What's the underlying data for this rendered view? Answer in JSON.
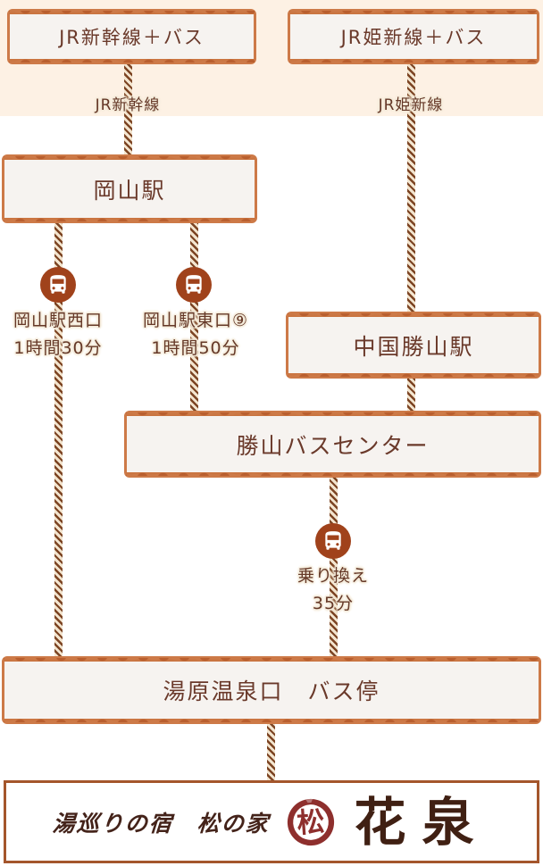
{
  "diagram": {
    "route_left": {
      "header": "JR新幹線＋バス",
      "line_label": "JR新幹線",
      "station": "岡山駅",
      "bus_stops": [
        {
          "name": "岡山駅西口",
          "duration": "1時間30分"
        },
        {
          "name": "岡山駅東口⑨",
          "duration": "1時間50分"
        }
      ]
    },
    "route_right": {
      "header": "JR姫新線＋バス",
      "line_label": "JR姫新線",
      "station": "中国勝山駅"
    },
    "bus_center": "勝山バスセンター",
    "transfer": {
      "name": "乗り換え",
      "duration": "35分"
    },
    "destination_stop": "湯原温泉口　バス停"
  },
  "logo": {
    "tagline": "湯巡りの宿　松の家",
    "seal_character": "松",
    "brand": "花泉"
  },
  "colors": {
    "band_cream": "#fdf1e4",
    "box_border_orange": "#cd7a48",
    "box_fill": "#f6f3f0",
    "heading_text": "#6a392a",
    "hatch_brown": "#7c4423",
    "hatch_cream": "#f3e5cf",
    "bus_circle": "#a0421b",
    "logo_border": "#a4562c",
    "seal_red": "#8e2f2d",
    "calligraphy": "#402013"
  }
}
